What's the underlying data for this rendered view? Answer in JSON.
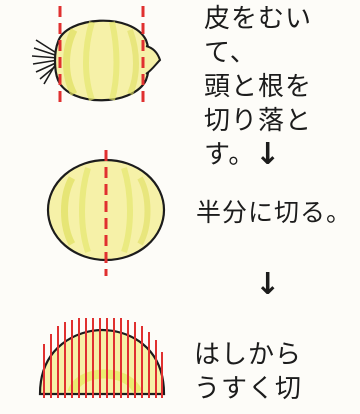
{
  "steps": [
    {
      "text": "皮をむいて、\n頭と根を\n切り落とす。"
    },
    {
      "text": "半分に切る。"
    },
    {
      "text": "はしから\nうすく切"
    }
  ],
  "arrow_glyph": "↓",
  "colors": {
    "onion_fill": "#f5f0a0",
    "onion_highlight": "#e6e85a",
    "onion_outline": "#1c1c1c",
    "cut_line": "#e03030"
  }
}
